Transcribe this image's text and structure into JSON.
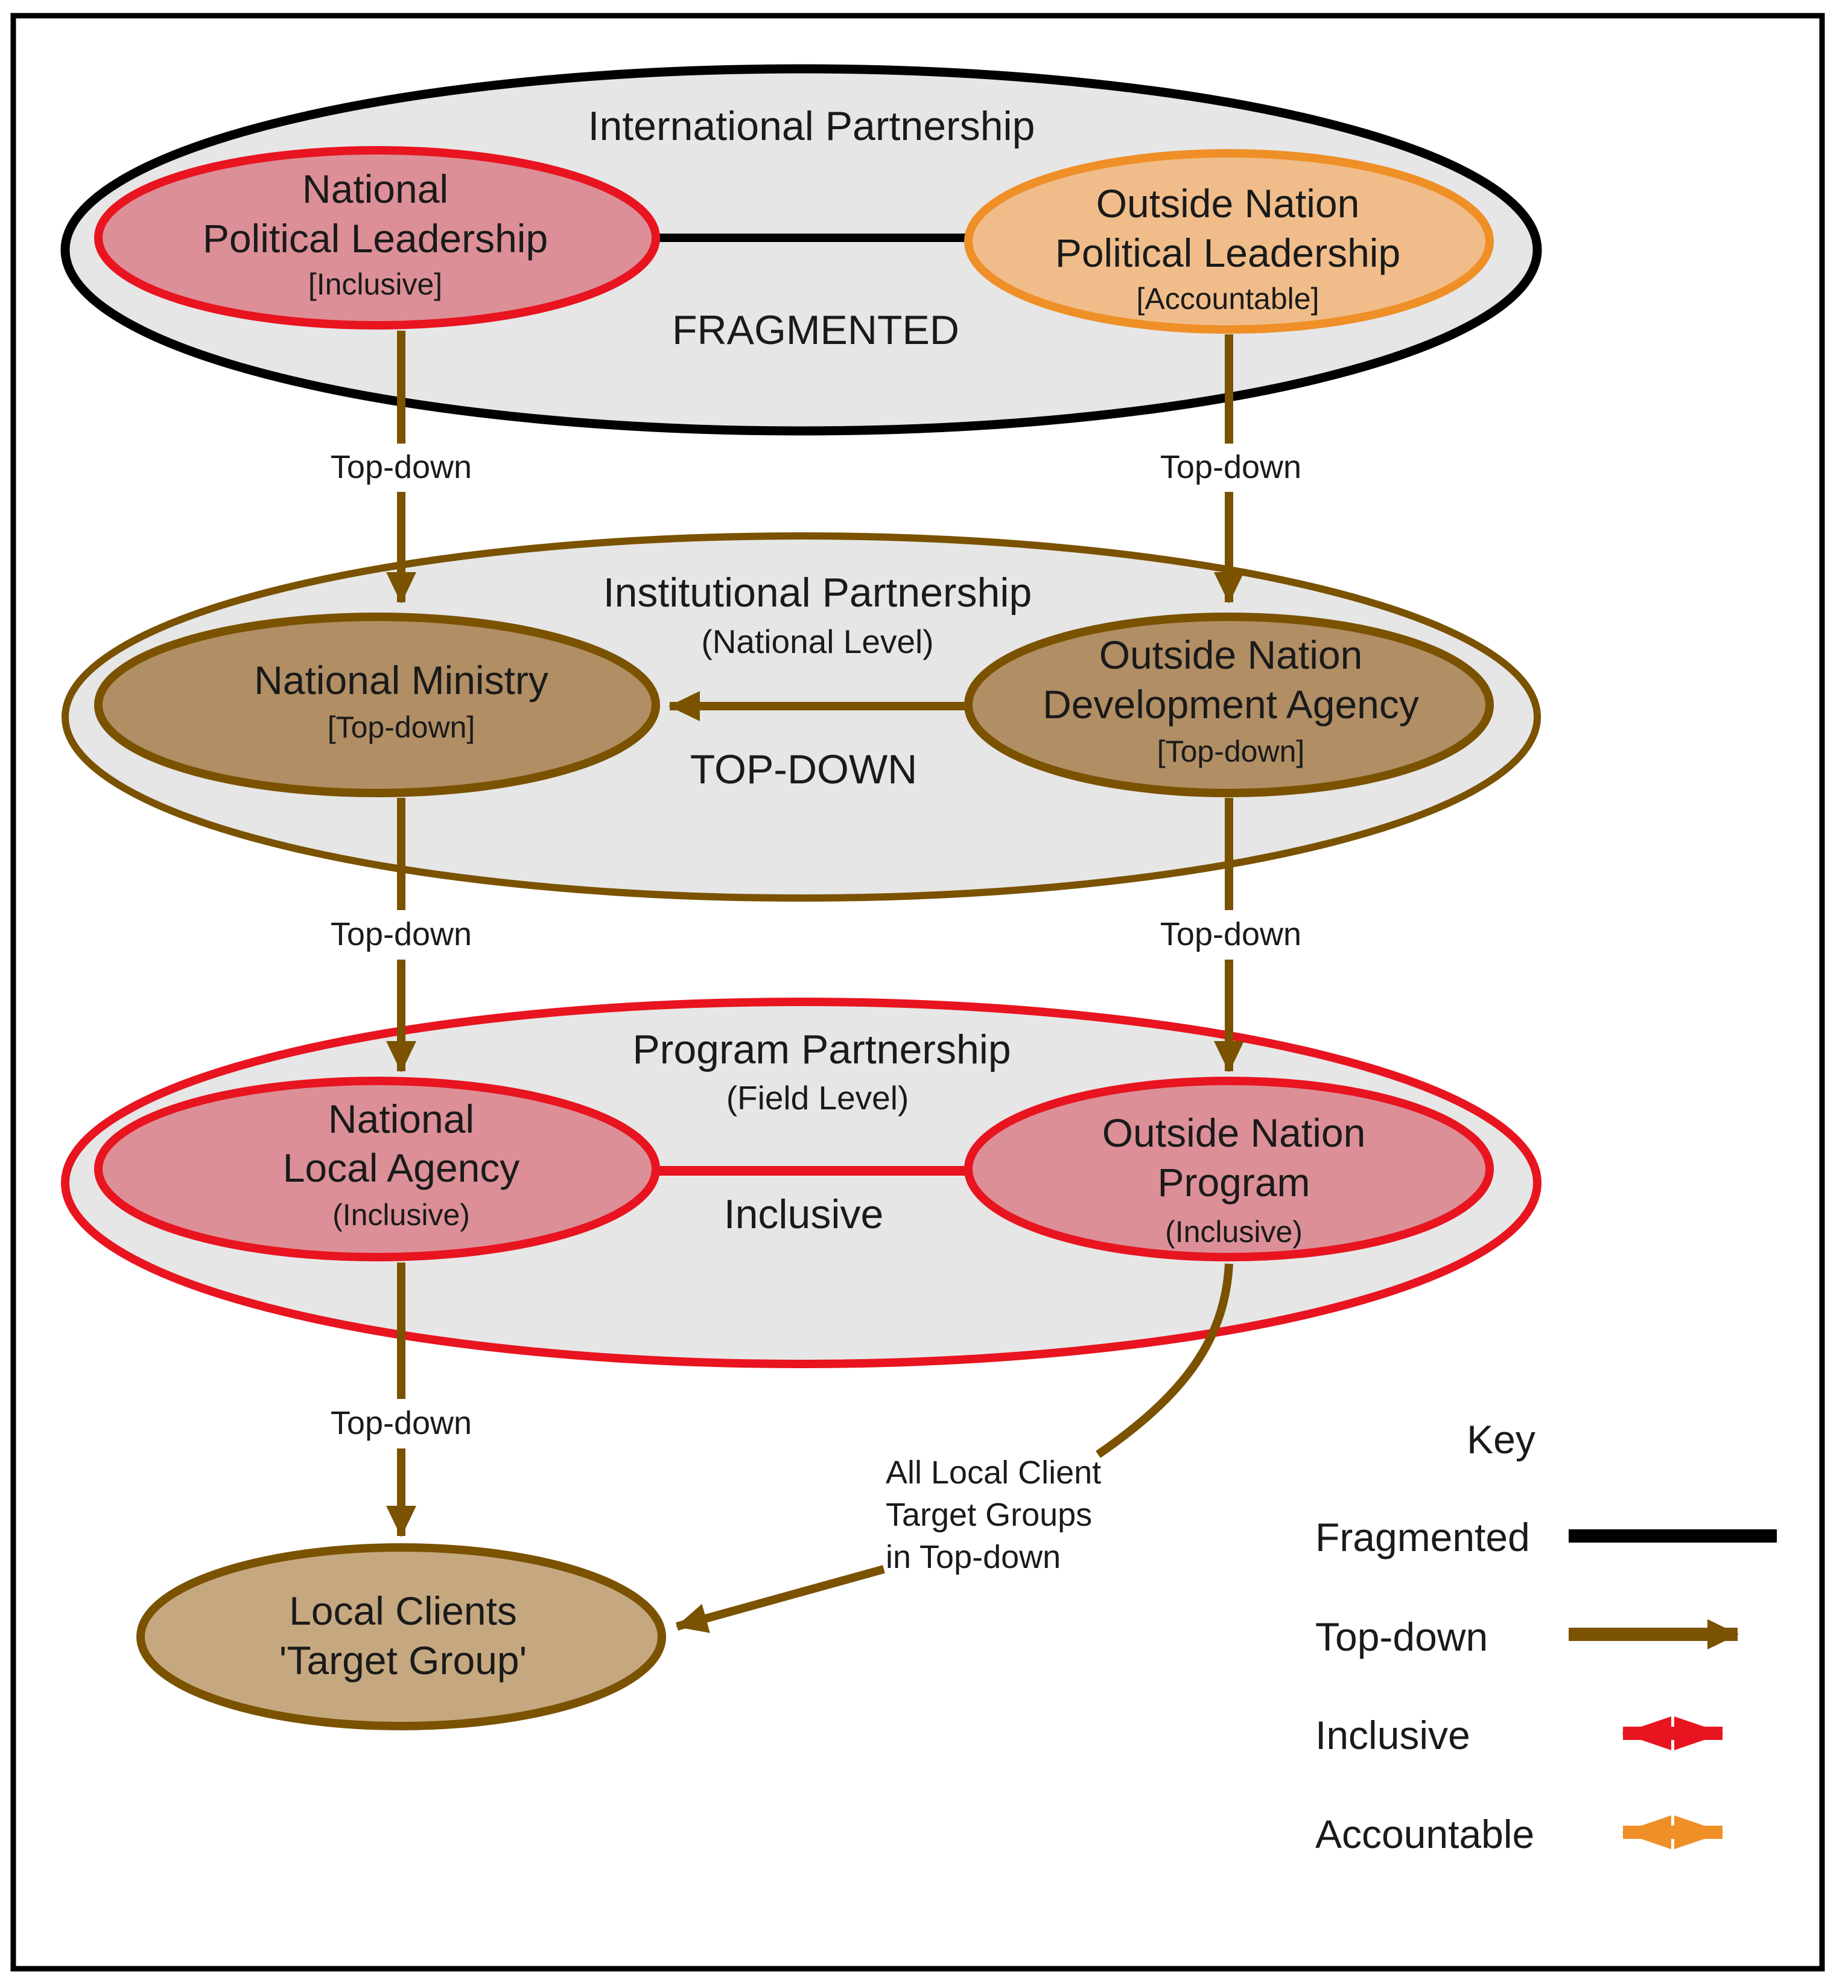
{
  "colors": {
    "fragmented": "#000000",
    "topdown": "#7a5200",
    "inclusive": "#e8141f",
    "accountable": "#ef8f27",
    "panel_fill": "#e6e6e6",
    "inclusive_node_fill": "#dc8f97",
    "accountable_node_fill": "#f0bd8a",
    "topdown_node_fill": "#b18e64",
    "client_node_fill": "#c6a880"
  },
  "tiers": {
    "international": {
      "title": "International Partnership",
      "mode": "FRAGMENTED",
      "left": {
        "lines": [
          "National",
          "Political Leadership"
        ],
        "tag": "[Inclusive]"
      },
      "right": {
        "lines": [
          "Outside Nation",
          "Political Leadership"
        ],
        "tag": "[Accountable]"
      }
    },
    "institutional": {
      "title": "Institutional Partnership",
      "subtitle": "(National Level)",
      "mode": "TOP-DOWN",
      "left": {
        "lines": [
          "National Ministry"
        ],
        "tag": "[Top-down]"
      },
      "right": {
        "lines": [
          "Outside Nation",
          "Development Agency"
        ],
        "tag": "[Top-down]"
      }
    },
    "program": {
      "title": "Program Partnership",
      "subtitle": "(Field Level)",
      "mode": "Inclusive",
      "left": {
        "lines": [
          "National",
          "Local Agency"
        ],
        "tag": "(Inclusive)"
      },
      "right": {
        "lines": [
          "Outside Nation",
          "Program"
        ],
        "tag": "(Inclusive)"
      }
    }
  },
  "clients": {
    "lines": [
      "Local Clients",
      "'Target Group'"
    ]
  },
  "edges": {
    "label": "Top-down",
    "note_lines": [
      "All Local Client",
      "Target Groups",
      "in Top-down"
    ]
  },
  "key": {
    "title": "Key",
    "items": [
      "Fragmented",
      "Top-down",
      "Inclusive",
      "Accountable"
    ]
  }
}
